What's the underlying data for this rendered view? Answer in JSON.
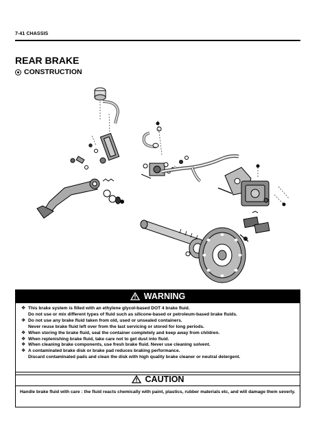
{
  "header": {
    "text": "7-41  CHASSIS"
  },
  "title": "REAR BRAKE",
  "subsection": "CONSTRUCTION",
  "warning": {
    "label": "WARNING",
    "items": [
      "This brake system is filled with an ethylene glycol-based DOT 4 brake fluid.\nDo not use or mix different types of fluid such as silicone-based or petroleum-based brake fluids.",
      "Do not use any brake fluid taken from old, used or unsealed containers.\nNever reuse brake fluid left over from the last servicing or stored for long periods.",
      "When storing the brake fluid, seal the container completely and keep away from children.",
      "When replenishing brake fluid, take care not to get dust into fluid.",
      "When cleaning brake components, use fresh brake fluid. Never use cleaning solvent.",
      "A contaminated brake disk or brake pad reduces braking performance.\nDiscard contaminated pads and clean the disk with high quality brake cleaner or neutral detergent."
    ]
  },
  "caution": {
    "label": "CAUTION",
    "text": "Handle brake fluid with care : the fluid reacts chemically with paint, plastics, rubber materials etc, and will damage them severly."
  }
}
